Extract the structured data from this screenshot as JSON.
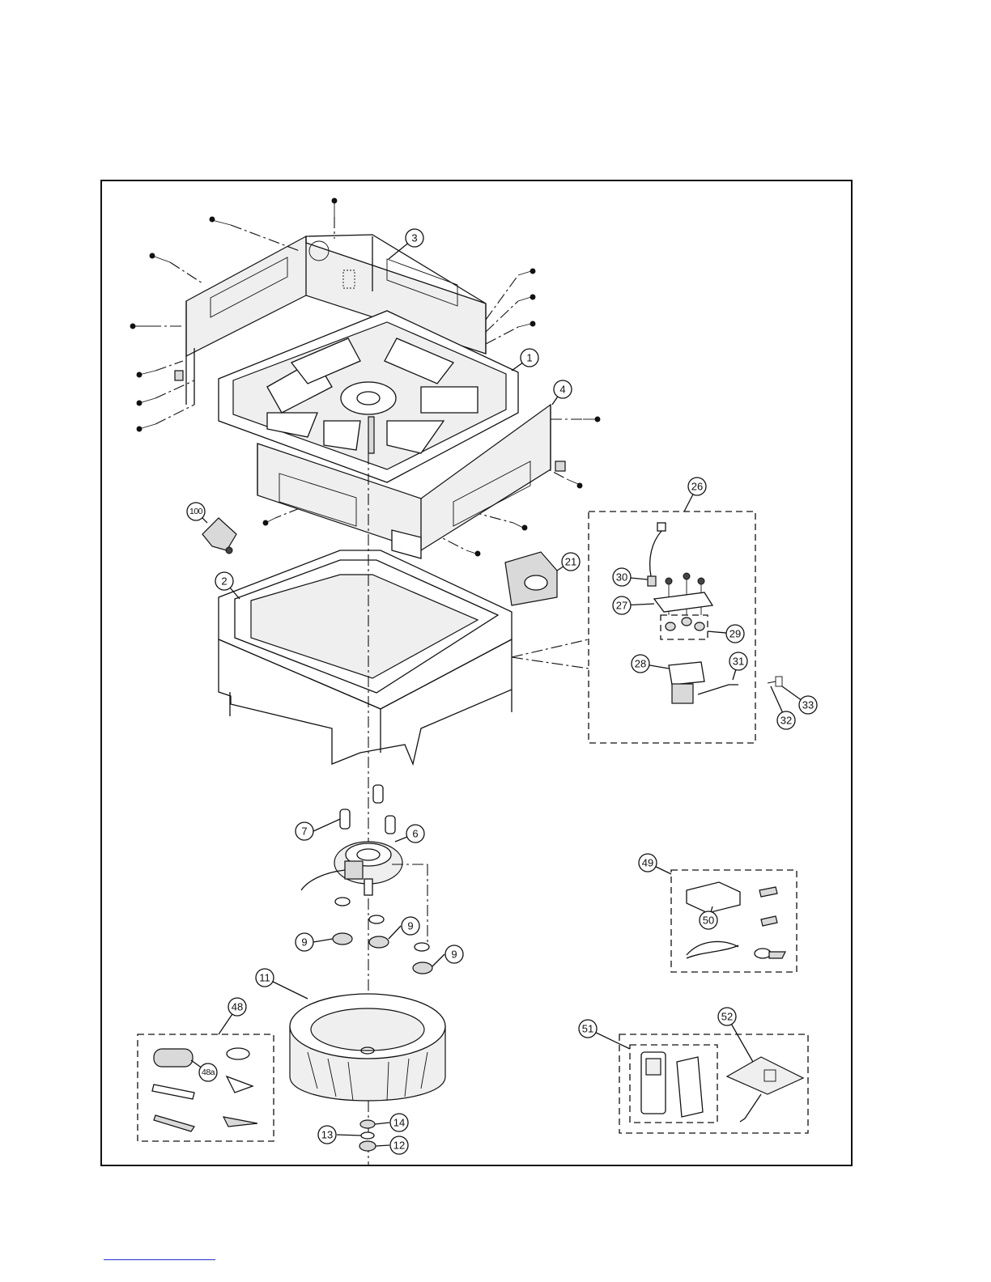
{
  "document": {
    "type": "exploded parts diagram",
    "colors": {
      "line": "#111111",
      "paper": "#ffffff",
      "footer_rule": "#2233cc"
    }
  },
  "callouts": [
    {
      "id": "callout-1",
      "label": "1"
    },
    {
      "id": "callout-2",
      "label": "2"
    },
    {
      "id": "callout-3",
      "label": "3"
    },
    {
      "id": "callout-4",
      "label": "4"
    },
    {
      "id": "callout-6",
      "label": "6"
    },
    {
      "id": "callout-7",
      "label": "7"
    },
    {
      "id": "callout-9a",
      "label": "9"
    },
    {
      "id": "callout-9b",
      "label": "9"
    },
    {
      "id": "callout-9c",
      "label": "9"
    },
    {
      "id": "callout-11",
      "label": "11"
    },
    {
      "id": "callout-12",
      "label": "12"
    },
    {
      "id": "callout-13",
      "label": "13"
    },
    {
      "id": "callout-14",
      "label": "14"
    },
    {
      "id": "callout-21",
      "label": "21"
    },
    {
      "id": "callout-26",
      "label": "26"
    },
    {
      "id": "callout-27",
      "label": "27"
    },
    {
      "id": "callout-28",
      "label": "28"
    },
    {
      "id": "callout-29",
      "label": "29"
    },
    {
      "id": "callout-30",
      "label": "30"
    },
    {
      "id": "callout-31",
      "label": "31"
    },
    {
      "id": "callout-32",
      "label": "32"
    },
    {
      "id": "callout-33",
      "label": "33"
    },
    {
      "id": "callout-48",
      "label": "48"
    },
    {
      "id": "callout-48a",
      "label": "48a"
    },
    {
      "id": "callout-49",
      "label": "49"
    },
    {
      "id": "callout-50",
      "label": "50"
    },
    {
      "id": "callout-51",
      "label": "51"
    },
    {
      "id": "callout-52",
      "label": "52"
    },
    {
      "id": "callout-100",
      "label": "100"
    }
  ]
}
